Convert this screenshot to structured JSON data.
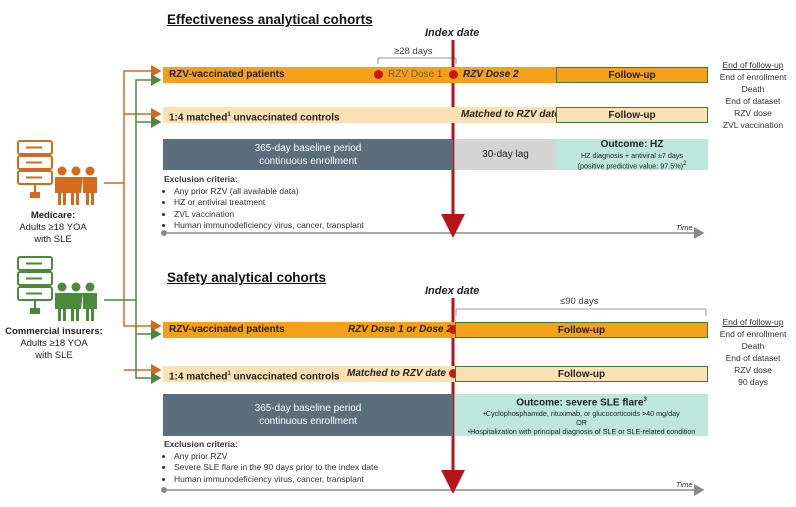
{
  "effectiveness": {
    "title": "Effectiveness analytical cohorts",
    "index_date": "Index date",
    "days_label": "≥28 days",
    "vaccinated_label": "RZV-vaccinated patients",
    "dose1_label": "RZV Dose 1",
    "dose2_label": "RZV Dose 2",
    "matched_label": "1:4 matched",
    "matched_sup": "1",
    "matched_suffix": " unvaccinated controls",
    "matched_to": "Matched to RZV date",
    "followup": "Follow-up",
    "baseline_line1": "365-day baseline period",
    "baseline_line2": "continuous enrollment",
    "lag": "30-day lag",
    "outcome_title": "Outcome: HZ",
    "outcome_line1": "HZ diagnosis + antiviral ±7 days",
    "outcome_line2": "(positive predictive value: 97.5%)",
    "outcome_sup": "2",
    "exclusion_title": "Exclusion criteria:",
    "exclusions": [
      "Any prior RZV (all available data)",
      "HZ or antiviral treatment",
      "ZVL vaccination",
      "Human immunodeficiency virus, cancer,  transplant"
    ],
    "end_list": [
      "End of follow-up",
      "End of enrollment",
      "Death",
      "End of dataset",
      "RZV dose",
      "ZVL vaccination"
    ],
    "time": "Time"
  },
  "safety": {
    "title": "Safety analytical cohorts",
    "index_date": "Index date",
    "days_label": "≤90 days",
    "vaccinated_label": "RZV-vaccinated patients",
    "dose_label": "RZV Dose 1 or Dose 2",
    "matched_label": "1:4 matched",
    "matched_sup": "1",
    "matched_suffix": " unvaccinated controls",
    "matched_to": "Matched to RZV date",
    "followup": "Follow-up",
    "baseline_line1": "365-day baseline period",
    "baseline_line2": "continuous enrollment",
    "outcome_title": "Outcome: severe SLE flare",
    "outcome_sup": "3",
    "outcome_line1": "•Cyclophosphamide, rituximab, or glucocorticoids >40 mg/day",
    "outcome_line2": "OR",
    "outcome_line3": "•Hospitalization with principal diagnosis of SLE or SLE-related condition",
    "exclusion_title": "Exclusion criteria:",
    "exclusions": [
      "Any prior RZV",
      "Severe SLE flare in the 90 days prior to the index date",
      "Human immunodeficiency virus, cancer,  transplant"
    ],
    "end_list": [
      "End of follow-up",
      "End of enrollment",
      "Death",
      "End of dataset",
      "RZV dose",
      "90 days"
    ],
    "time": "Time"
  },
  "medicare": {
    "name": "Medicare:",
    "line1": "Adults ≥18 YOA",
    "line2": "with SLE",
    "icon": "database-people-icon",
    "color": "#d46a1c"
  },
  "commercial": {
    "name": "Commercial insurers:",
    "line1": "Adults ≥18 YOA",
    "line2": "with SLE",
    "icon": "database-people-icon",
    "color": "#4a8a3a"
  },
  "colors": {
    "orange": "#f5a01a",
    "light_orange": "#fbe0b4",
    "slate": "#5a6e7e",
    "lag_grey": "#d4d4d4",
    "outcome_teal": "#bde7dc",
    "index_red": "#b8121b",
    "followup_border": "#3c7a34"
  }
}
